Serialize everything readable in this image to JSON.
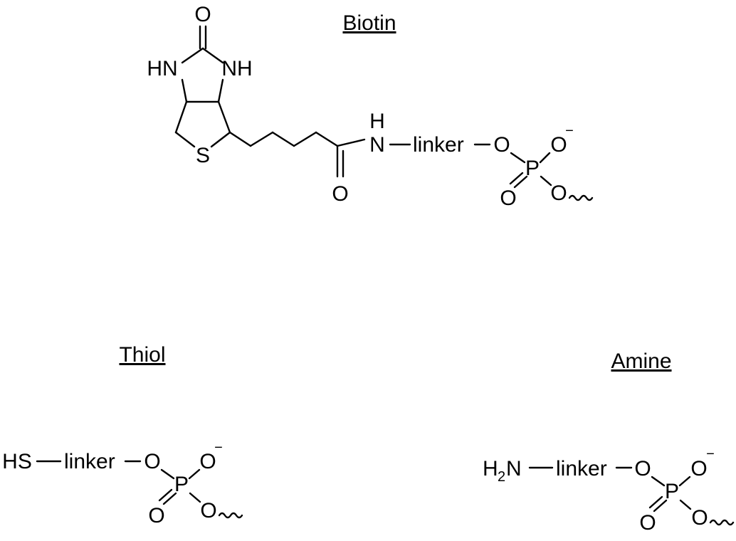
{
  "titles": {
    "biotin": "Biotin",
    "thiol": "Thiol",
    "amine": "Amine"
  },
  "atoms": {
    "oxygen": "O",
    "nitrogen_h": "NH",
    "h_nitrogen": "HN",
    "sulfur": "S",
    "hydrogen": "H",
    "nitrogen": "N",
    "phosphorus": "P",
    "charge": "−",
    "thiol_group": "HS",
    "amine_h": "H",
    "amine_sub": "2",
    "amine_n": "N"
  },
  "linker": "linker"
}
